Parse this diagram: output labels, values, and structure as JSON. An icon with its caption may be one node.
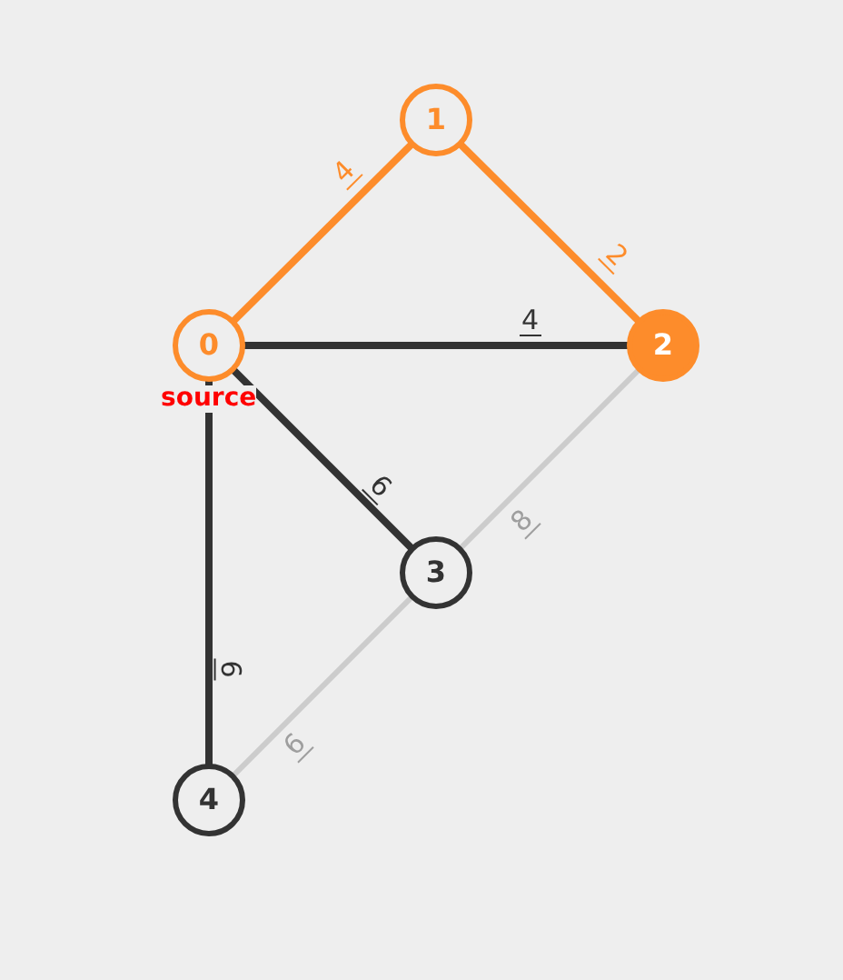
{
  "diagram": {
    "nodes": [
      {
        "text": [
          "0"
        ],
        "beside": [
          "source"
        ]
      },
      {
        "text": [
          "1"
        ]
      },
      {
        "text": [
          "2"
        ]
      },
      {
        "text": [
          "3"
        ]
      },
      {
        "text": [
          "4"
        ]
      }
    ],
    "edges": [
      {
        "from": 0,
        "to": 1,
        "arrow": "none",
        "label": "4",
        "color": "#fd8c2b"
      },
      {
        "from": 1,
        "to": 2,
        "arrow": "none",
        "label": "2",
        "color": "#fd8c2b"
      },
      {
        "from": 0,
        "to": 2,
        "arrow": "none",
        "label": "4"
      },
      {
        "from": 0,
        "to": 3,
        "arrow": "none",
        "label": "6"
      },
      {
        "from": 0,
        "to": 4,
        "arrow": "none",
        "label": "6"
      },
      {
        "from": 2,
        "to": 3,
        "arrow": "none",
        "label": "8",
        "color": "#cccccc"
      },
      {
        "from": 3,
        "to": 4,
        "arrow": "none",
        "label": "6",
        "color": "#cccccc"
      }
    ]
  }
}
